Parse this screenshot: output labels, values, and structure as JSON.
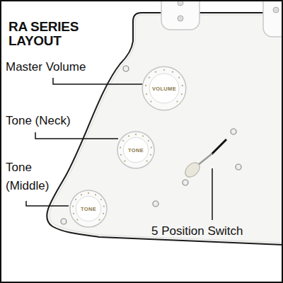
{
  "diagram": {
    "title": "RA SERIES LAYOUT",
    "nodes": [
      {
        "text": [
          "VOLUME"
        ]
      },
      {
        "text": [
          "TONE"
        ]
      },
      {
        "text": [
          "TONE"
        ]
      }
    ],
    "labels": [
      "Master Volume",
      "Tone (Neck)",
      "Tone (Middle)",
      "5 Position Switch"
    ]
  }
}
